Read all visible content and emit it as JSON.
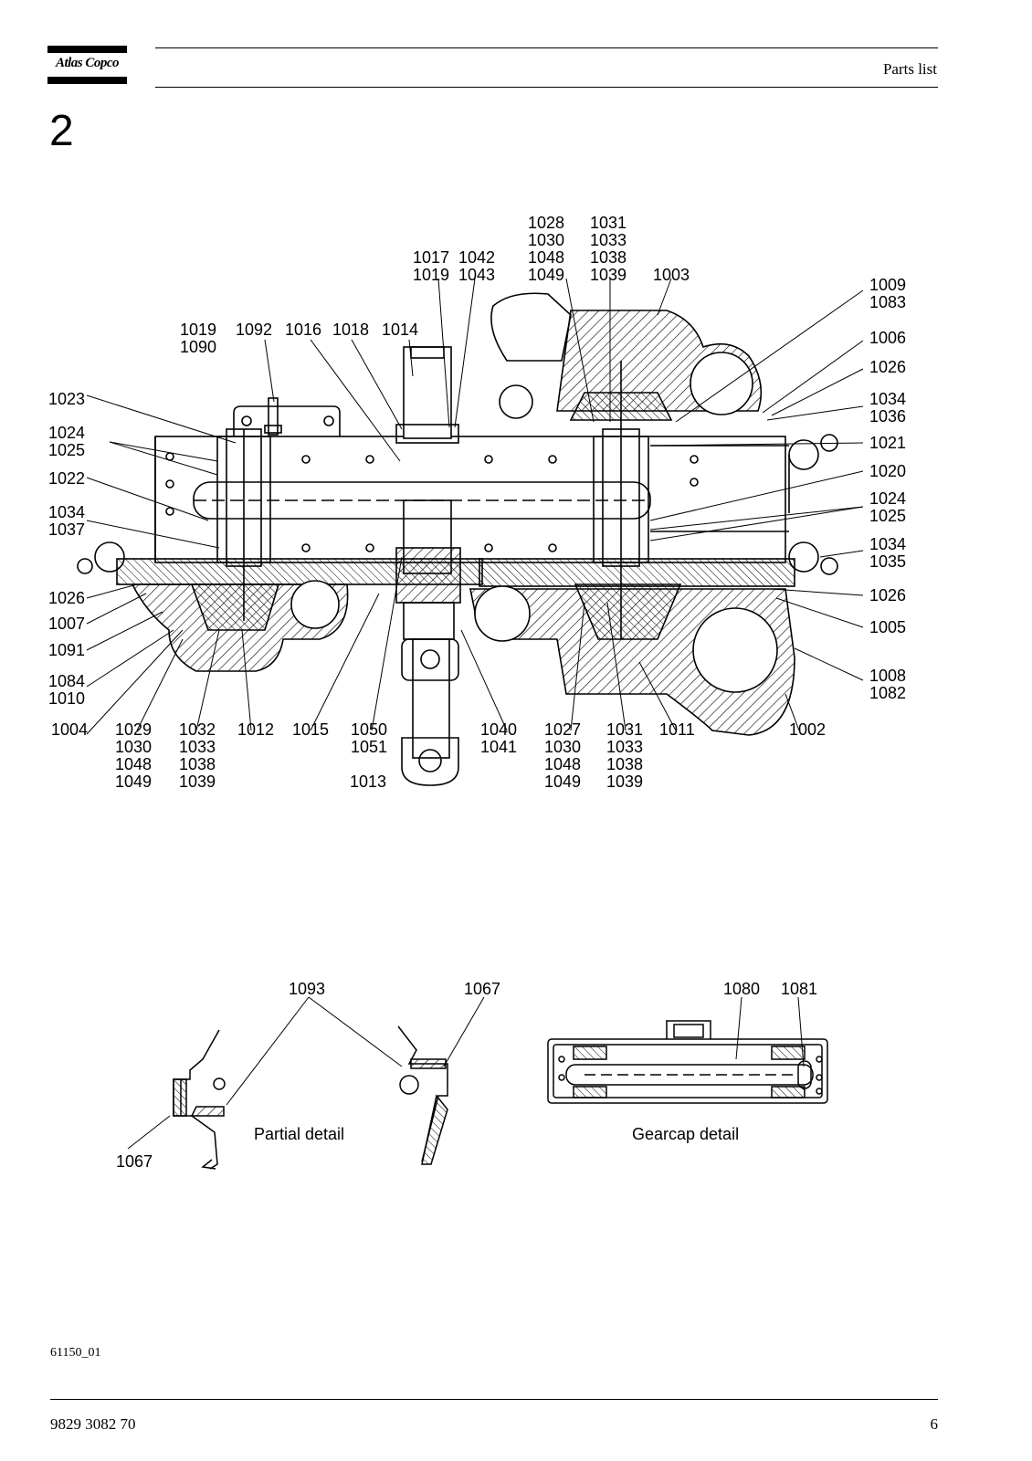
{
  "header": {
    "brand": "Atlas Copco",
    "title": "Parts list"
  },
  "section_number": "2",
  "main_callouts": [
    {
      "lines": [
        "1028",
        "1030",
        "1048",
        "1049"
      ]
    },
    {
      "lines": [
        "1031",
        "1033",
        "1038",
        "1039"
      ]
    },
    {
      "lines": [
        "1017",
        "1019"
      ]
    },
    {
      "lines": [
        "1042",
        "1043"
      ]
    },
    {
      "lines": [
        "1003"
      ]
    },
    {
      "lines": [
        "1009",
        "1083"
      ]
    },
    {
      "lines": [
        "1019",
        "1090"
      ]
    },
    {
      "lines": [
        "1092"
      ]
    },
    {
      "lines": [
        "1016"
      ]
    },
    {
      "lines": [
        "1018"
      ]
    },
    {
      "lines": [
        "1014"
      ]
    },
    {
      "lines": [
        "1006"
      ]
    },
    {
      "lines": [
        "1026"
      ]
    },
    {
      "lines": [
        "1023"
      ]
    },
    {
      "lines": [
        "1034",
        "1036"
      ]
    },
    {
      "lines": [
        "1024",
        "1025"
      ]
    },
    {
      "lines": [
        "1021"
      ]
    },
    {
      "lines": [
        "1022"
      ]
    },
    {
      "lines": [
        "1020"
      ]
    },
    {
      "lines": [
        "1034",
        "1037"
      ]
    },
    {
      "lines": [
        "1024",
        "1025"
      ]
    },
    {
      "lines": [
        "1034",
        "1035"
      ]
    },
    {
      "lines": [
        "1026"
      ]
    },
    {
      "lines": [
        "1026"
      ]
    },
    {
      "lines": [
        "1007"
      ]
    },
    {
      "lines": [
        "1005"
      ]
    },
    {
      "lines": [
        "1091"
      ]
    },
    {
      "lines": [
        "1084",
        "1010"
      ]
    },
    {
      "lines": [
        "1008",
        "1082"
      ]
    },
    {
      "lines": [
        "1004"
      ]
    },
    {
      "lines": [
        "1029",
        "1030",
        "1048",
        "1049"
      ]
    },
    {
      "lines": [
        "1032",
        "1033",
        "1038",
        "1039"
      ]
    },
    {
      "lines": [
        "1012"
      ]
    },
    {
      "lines": [
        "1015"
      ]
    },
    {
      "lines": [
        "1050",
        "1051"
      ]
    },
    {
      "lines": [
        "1040",
        "1041"
      ]
    },
    {
      "lines": [
        "1027",
        "1030",
        "1048",
        "1049"
      ]
    },
    {
      "lines": [
        "1031",
        "1033",
        "1038",
        "1039"
      ]
    },
    {
      "lines": [
        "1011"
      ]
    },
    {
      "lines": [
        "1002"
      ]
    },
    {
      "lines": [
        "1013"
      ]
    }
  ],
  "detail_callouts": [
    {
      "lines": [
        "1093"
      ]
    },
    {
      "lines": [
        "1067"
      ]
    },
    {
      "lines": [
        "1080"
      ]
    },
    {
      "lines": [
        "1081"
      ]
    },
    {
      "lines": [
        "1067"
      ]
    }
  ],
  "captions": {
    "partial": "Partial detail",
    "gearcap": "Gearcap detail"
  },
  "drawing_ref": "61150_01",
  "footer": {
    "doc_number": "9829 3082 70",
    "page": "6"
  }
}
